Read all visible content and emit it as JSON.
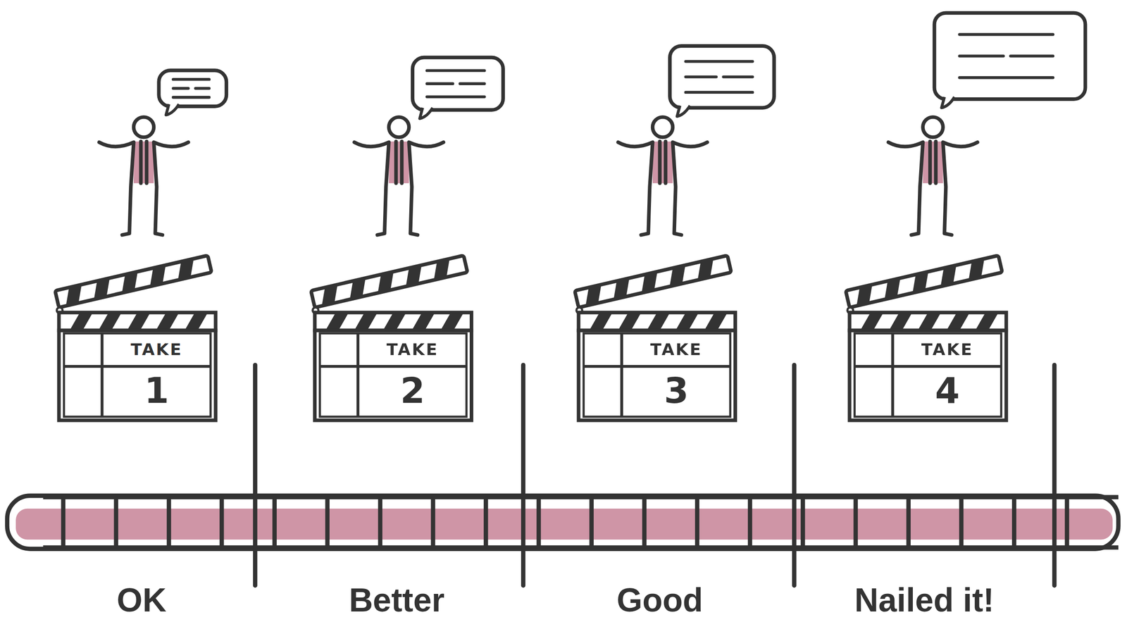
{
  "diagram": {
    "nodes": [
      {
        "text": [
          "TAKE",
          "1"
        ]
      },
      {
        "text": [
          "TAKE",
          "2"
        ]
      },
      {
        "text": [
          "TAKE",
          "3"
        ]
      },
      {
        "text": [
          "TAKE",
          "4"
        ]
      }
    ],
    "labels": [
      "OK",
      "Better",
      "Good",
      "Nailed it!"
    ]
  }
}
